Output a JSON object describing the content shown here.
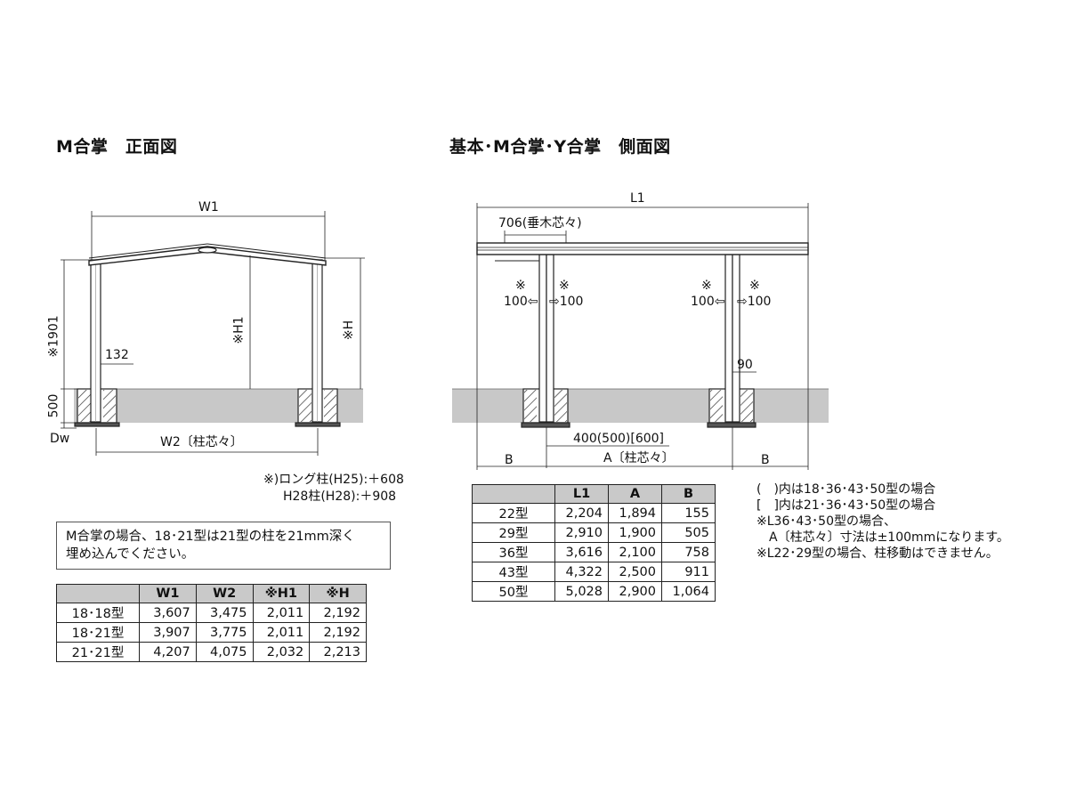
{
  "front_view": {
    "title": "M合掌　正面図",
    "labels": {
      "w1": "W1",
      "w2": "W2〔柱芯々〕",
      "h1": "※H1",
      "h": "※H",
      "h1901": "※1901",
      "d500": "500",
      "d132": "132",
      "dw": "Dw"
    },
    "long_post_note_1": "※)ロング柱(H25):＋608",
    "long_post_note_2": "H28柱(H28):＋908",
    "info_box_line1": "M合掌の場合、18･21型は21型の柱を21mm深く",
    "info_box_line2": "埋め込んでください。",
    "table": {
      "headers": [
        "",
        "W1",
        "W2",
        "※H1",
        "※H"
      ],
      "rows": [
        [
          "18･18型",
          "3,607",
          "3,475",
          "2,011",
          "2,192"
        ],
        [
          "18･21型",
          "3,907",
          "3,775",
          "2,011",
          "2,192"
        ],
        [
          "21･21型",
          "4,207",
          "4,075",
          "2,032",
          "2,213"
        ]
      ]
    }
  },
  "side_view": {
    "title": "基本･M合掌･Y合掌　側面図",
    "labels": {
      "l1": "L1",
      "rafter": "706(垂木芯々)",
      "kome": "※",
      "d100_left": "100⇦",
      "d100_right": "⇨100",
      "d90": "90",
      "d400": "400(500)[600]",
      "b": "B",
      "a": "A〔柱芯々〕"
    },
    "table": {
      "headers": [
        "",
        "L1",
        "A",
        "B"
      ],
      "rows": [
        [
          "22型",
          "2,204",
          "1,894",
          "155"
        ],
        [
          "29型",
          "2,910",
          "1,900",
          "505"
        ],
        [
          "36型",
          "3,616",
          "2,100",
          "758"
        ],
        [
          "43型",
          "4,322",
          "2,500",
          "911"
        ],
        [
          "50型",
          "5,028",
          "2,900",
          "1,064"
        ]
      ]
    },
    "notes": [
      "(　)内は18･36･43･50型の場合",
      "[　]内は21･36･43･50型の場合",
      "※L36･43･50型の場合、",
      "　A〔柱芯々〕寸法は±100mmになります。",
      "※L22･29型の場合、柱移動はできません。"
    ]
  },
  "colors": {
    "ground": "#c8c8c8",
    "line": "#222222",
    "table_header": "#c9c9c9"
  }
}
